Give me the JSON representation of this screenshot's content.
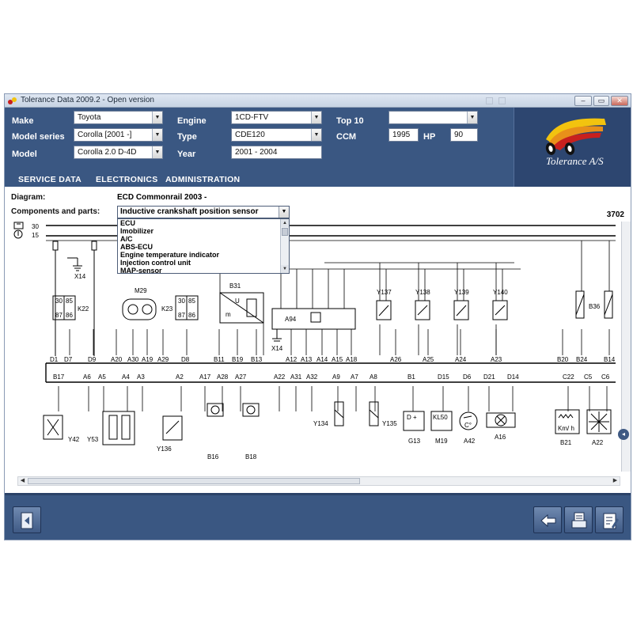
{
  "window": {
    "title": "Tolerance Data 2009.2 - Open version"
  },
  "titlebar_buttons": {
    "minimize": "–",
    "restore": "▭",
    "close": "✕"
  },
  "vehicle": {
    "make_label": "Make",
    "make": "Toyota",
    "model_series_label": "Model series",
    "model_series": "Corolla [2001 -]",
    "model_label": "Model",
    "model": "Corolla 2.0 D-4D",
    "engine_label": "Engine",
    "engine": "1CD-FTV",
    "type_label": "Type",
    "type": "CDE120",
    "year_label": "Year",
    "year": "2001 - 2004",
    "top10_label": "Top 10",
    "top10": "",
    "ccm_label": "CCM",
    "ccm": "1995",
    "hp_label": "HP",
    "hp": "90"
  },
  "logo": {
    "text": "Tolerance A/S",
    "colors": [
      "#f2c30f",
      "#e8901a",
      "#c8201e"
    ]
  },
  "menu": [
    "SERVICE DATA",
    "ELECTRONICS",
    "ADMINISTRATION"
  ],
  "diagram": {
    "diagram_label": "Diagram:",
    "name": "ECD Commonrail 2003 -",
    "components_label": "Components and parts:",
    "selected_component": "Inductive crankshaft position sensor",
    "code": "3702",
    "dropdown_options": [
      "ECU",
      "Imobilizer",
      "A/C",
      "ABS-ECU",
      "Engine temperature indicator",
      "Injection control unit",
      "MAP-sensor"
    ]
  },
  "schematic": {
    "rail_labels": [
      "30",
      "15"
    ],
    "ecu_pins_top": [
      "D1",
      "D7",
      "D9",
      "A20",
      "A30",
      "A19",
      "A29",
      "D8",
      "B11",
      "B19",
      "B13",
      "A12",
      "A13",
      "A14",
      "A15",
      "A18",
      "A26",
      "A25",
      "A24",
      "A23",
      "B20",
      "B24",
      "B14"
    ],
    "ecu_pins_bottom": [
      "B17",
      "A6",
      "A5",
      "A4",
      "A3",
      "A2",
      "A17",
      "A28",
      "A27",
      "A22",
      "A31",
      "A32",
      "A9",
      "A7",
      "A8",
      "B1",
      "D15",
      "D6",
      "D21",
      "D14",
      "C22",
      "C5",
      "C6"
    ],
    "components": [
      "X14",
      "K22",
      "M29",
      "K23",
      "B31",
      "A94",
      "X14",
      "Y137",
      "Y138",
      "Y139",
      "Y140",
      "B36",
      "Y42",
      "Y53",
      "Y136",
      "B16",
      "B18",
      "Y134",
      "Y135",
      "G13",
      "M19",
      "A42",
      "A16",
      "B21",
      "A22"
    ],
    "component_texts": {
      "b31_u": "U",
      "b31_m": "m",
      "g13": "D +",
      "m19": "KL50",
      "a42": "C°",
      "b21": "Km/ h"
    },
    "relay_pins": [
      "30",
      "85",
      "87",
      "86"
    ]
  },
  "colors": {
    "header": "#3a5782",
    "logo_bg": "#2d4670",
    "footer": "#3a5782"
  }
}
